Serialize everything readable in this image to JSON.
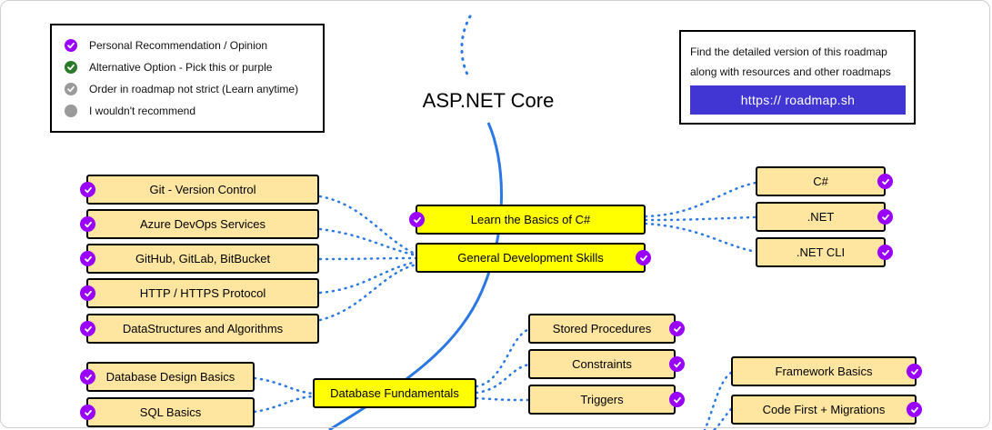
{
  "title": "ASP.NET Core",
  "colors": {
    "recommendation": "#9900ff",
    "alternative": "#2b7a2b",
    "order_not_strict": "#9a9a9a",
    "not_recommend": "#9a9a9a",
    "main_node": "#ffff00",
    "sub_node": "#fee5a0",
    "link_button": "#4136d4",
    "connector": "#2b78e4"
  },
  "legend": {
    "items": [
      {
        "icon": "purple-check-icon",
        "label": "Personal Recommendation / Opinion"
      },
      {
        "icon": "green-check-icon",
        "label": "Alternative Option - Pick this or purple"
      },
      {
        "icon": "gray-check-icon",
        "label": "Order in roadmap not strict (Learn anytime)"
      },
      {
        "icon": "gray-circle-icon",
        "label": "I wouldn't recommend"
      }
    ]
  },
  "info": {
    "line1": "Find the detailed version of this roadmap",
    "line2": "along with resources and other roadmaps",
    "link_label": "https:// roadmap.sh"
  },
  "nodes": {
    "basics_csharp": "Learn the Basics of C#",
    "general_dev": "General Development Skills",
    "csharp": "C#",
    "dotnet": ".NET",
    "dotnet_cli": ".NET CLI",
    "git": "Git - Version Control",
    "azure": "Azure DevOps Services",
    "github": "GitHub, GitLab, BitBucket",
    "http": "HTTP / HTTPS Protocol",
    "dsa": "DataStructures and Algorithms",
    "db_fundamentals": "Database Fundamentals",
    "db_design": "Database Design Basics",
    "sql": "SQL Basics",
    "stored_procs": "Stored Procedures",
    "constraints": "Constraints",
    "triggers": "Triggers",
    "framework_basics": "Framework Basics",
    "code_first": "Code First + Migrations"
  }
}
